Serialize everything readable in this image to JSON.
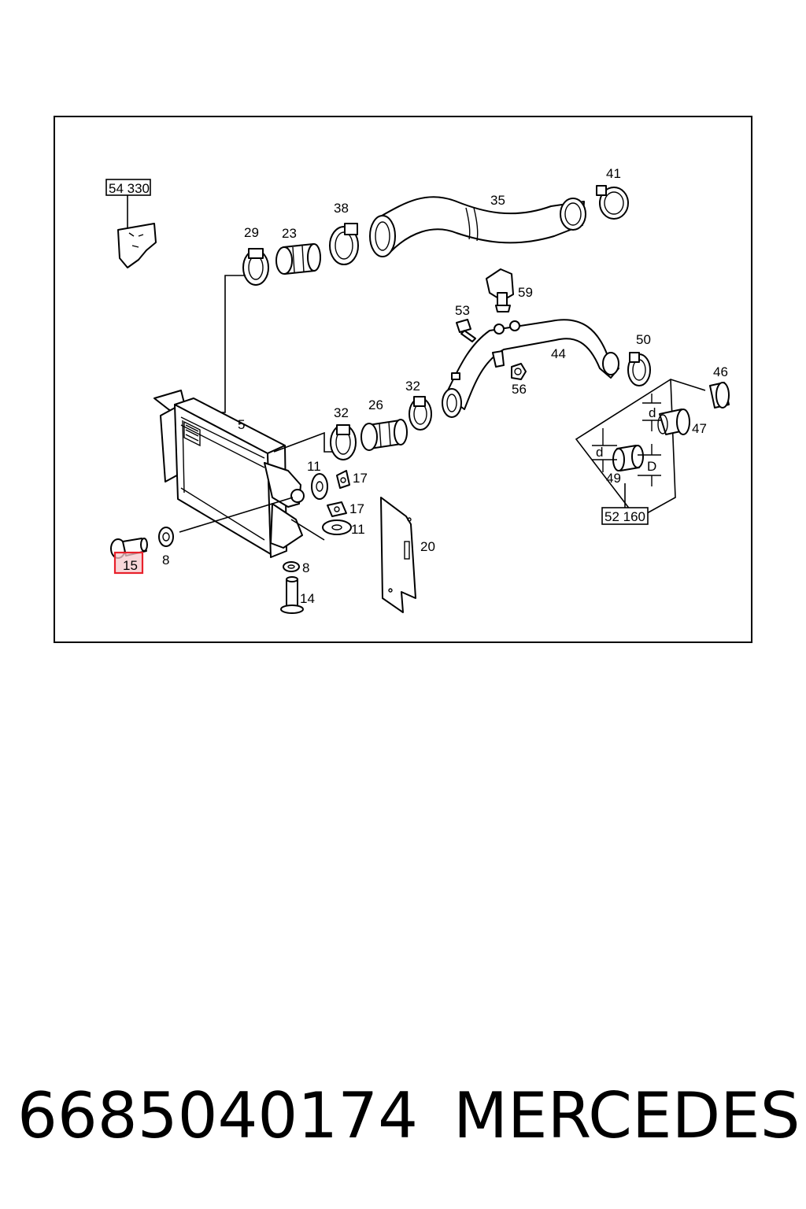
{
  "diagram": {
    "callouts": {
      "c54330": "54 330",
      "c52160": "52 160",
      "p5": "5",
      "p8a": "8",
      "p8b": "8",
      "p11a": "11",
      "p11b": "11",
      "p14": "14",
      "p15": "15",
      "p17a": "17",
      "p17b": "17",
      "p20": "20",
      "p23": "23",
      "p26": "26",
      "p29": "29",
      "p32a": "32",
      "p32b": "32",
      "p35": "35",
      "p38": "38",
      "p41": "41",
      "p44": "44",
      "p46": "46",
      "p47": "47",
      "p49": "49",
      "p50": "50",
      "p53": "53",
      "p56": "56",
      "p59": "59"
    },
    "dimensions": {
      "d_small_a": "d",
      "d_small_b": "d",
      "d_large": "D"
    },
    "highlight_color": "#e8202a",
    "highlight_fill": "#f6c9cc"
  },
  "footer": {
    "part_number": "6685040174",
    "brand": "MERCEDES"
  }
}
